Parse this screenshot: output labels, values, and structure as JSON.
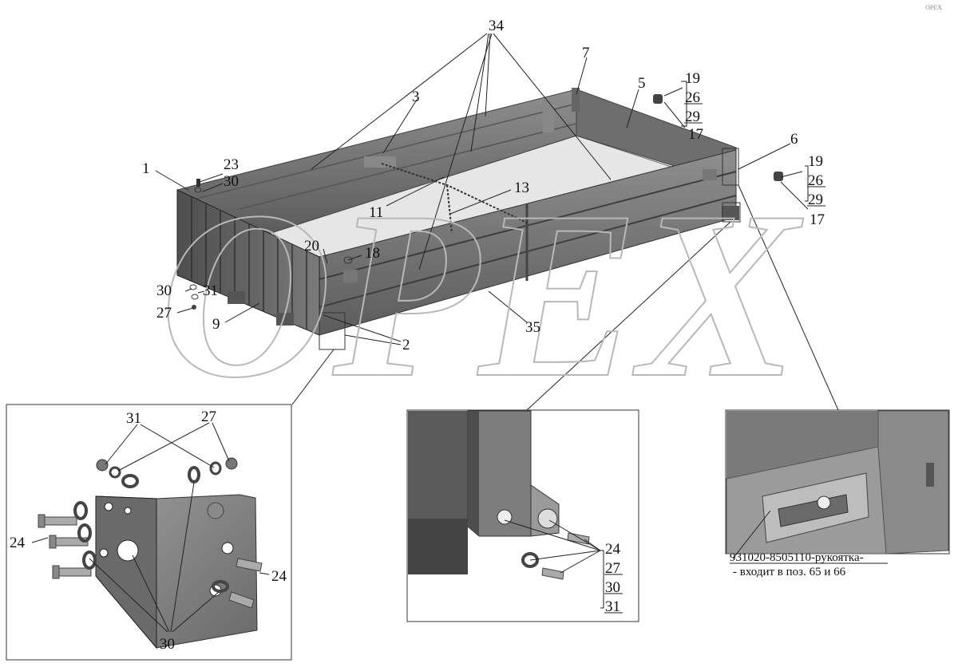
{
  "watermark": "OPEX",
  "corner_mark": "ОРЕХ",
  "note": {
    "line1": "931020-8505110-рукоятка-",
    "line2": "- входит в поз. 65 и 66"
  },
  "callouts": [
    {
      "id": "c34",
      "text": "34"
    },
    {
      "id": "c7",
      "text": "7"
    },
    {
      "id": "c5",
      "text": "5"
    },
    {
      "id": "c19a",
      "text": "19"
    },
    {
      "id": "c26a",
      "text": "26"
    },
    {
      "id": "c29a",
      "text": "29"
    },
    {
      "id": "c17a",
      "text": "17"
    },
    {
      "id": "c3",
      "text": "3"
    },
    {
      "id": "c6",
      "text": "6"
    },
    {
      "id": "c19b",
      "text": "19"
    },
    {
      "id": "c26b",
      "text": "26"
    },
    {
      "id": "c29b",
      "text": "29"
    },
    {
      "id": "c17b",
      "text": "17"
    },
    {
      "id": "c1",
      "text": "1"
    },
    {
      "id": "c23",
      "text": "23"
    },
    {
      "id": "c30a",
      "text": "30"
    },
    {
      "id": "c13",
      "text": "13"
    },
    {
      "id": "c11",
      "text": "11"
    },
    {
      "id": "c20",
      "text": "20"
    },
    {
      "id": "c18",
      "text": "18"
    },
    {
      "id": "c30b",
      "text": "30"
    },
    {
      "id": "c31a",
      "text": "31"
    },
    {
      "id": "c27a",
      "text": "27"
    },
    {
      "id": "c9",
      "text": "9"
    },
    {
      "id": "c35",
      "text": "35"
    },
    {
      "id": "c2",
      "text": "2"
    },
    {
      "id": "c31b",
      "text": "31"
    },
    {
      "id": "c27b",
      "text": "27"
    },
    {
      "id": "c24a",
      "text": "24"
    },
    {
      "id": "c24b",
      "text": "24"
    },
    {
      "id": "c30c",
      "text": "30"
    },
    {
      "id": "c24c",
      "text": "24"
    },
    {
      "id": "c27c",
      "text": "27"
    },
    {
      "id": "c30d",
      "text": "30"
    },
    {
      "id": "c31c",
      "text": "31"
    }
  ]
}
